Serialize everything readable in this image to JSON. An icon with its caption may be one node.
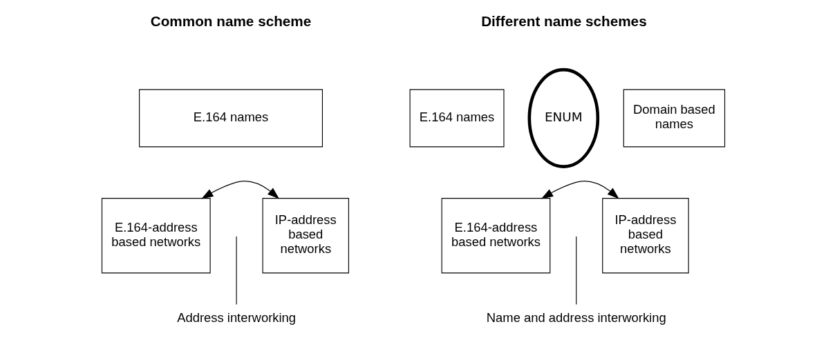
{
  "diagram": {
    "nodes": [
      {
        "text": [
          "E.164 names"
        ]
      },
      {
        "text": [
          "E.164-address based networks"
        ]
      },
      {
        "text": [
          "IP-address based networks"
        ]
      },
      {
        "text": [
          "Address interworking"
        ]
      },
      {
        "text": [
          "E.164 names"
        ]
      },
      {
        "text": [
          "ENUM"
        ]
      },
      {
        "text": [
          "Domain based names"
        ]
      },
      {
        "text": [
          "E.164-address based networks"
        ]
      },
      {
        "text": [
          "IP-address based networks"
        ]
      },
      {
        "text": [
          "Name and address interworking"
        ]
      }
    ],
    "edges": [
      {
        "from": 1,
        "to": 2,
        "arrow": "both"
      },
      {
        "from": 3,
        "to": null,
        "arrow": "none"
      },
      {
        "from": 7,
        "to": 8,
        "arrow": "both"
      },
      {
        "from": 9,
        "to": null,
        "arrow": "none"
      }
    ],
    "labels": [
      "Common name scheme",
      "Different name schemes"
    ]
  }
}
